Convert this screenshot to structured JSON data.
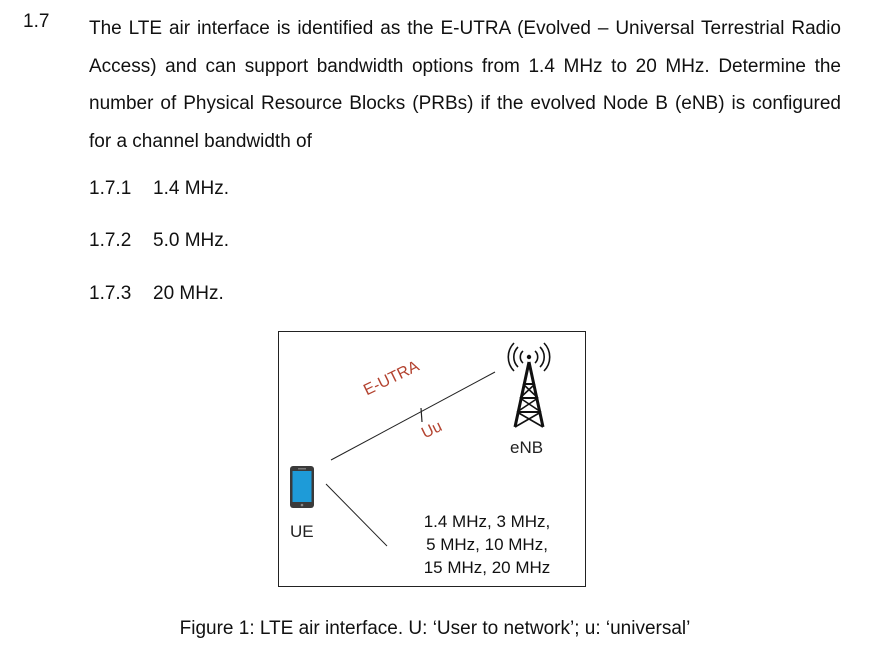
{
  "question": {
    "number": "1.7",
    "text": "The LTE air interface is identified as the E-UTRA (Evolved – Universal Terrestrial Radio Access) and can support bandwidth options from 1.4 MHz to 20 MHz. Determine the number of Physical Resource Blocks (PRBs) if the evolved Node B (eNB) is configured for a channel bandwidth of"
  },
  "subquestions": [
    {
      "number": "1.7.1",
      "text": "1.4 MHz."
    },
    {
      "number": "1.7.2",
      "text": "5.0 MHz."
    },
    {
      "number": "1.7.3",
      "text": "20 MHz."
    }
  ],
  "figure": {
    "eutra_label": "E-UTRA",
    "uu_label": "Uu",
    "enb_label": "eNB",
    "ue_label": "UE",
    "bandwidth_lines": [
      "1.4 MHz, 3 MHz,",
      "5 MHz, 10 MHz,",
      "15 MHz, 20 MHz"
    ],
    "caption": "Figure 1: LTE air interface. U: ‘User to network’; u: ‘universal’",
    "icons": [
      "cell-tower-icon",
      "smartphone-icon"
    ],
    "colors": {
      "label_accent": "#b3422f",
      "phone_screen": "#1e9bd8",
      "phone_body": "#3a3a3a"
    }
  }
}
